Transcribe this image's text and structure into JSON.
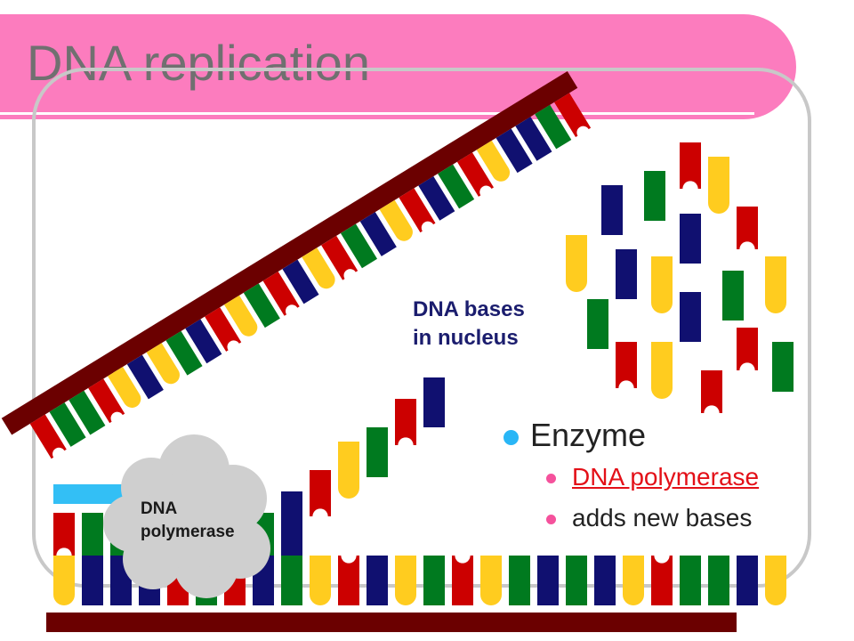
{
  "slide": {
    "title": "DNA replication",
    "label_bases_line1": "DNA bases",
    "label_bases_line2": "in nucleus",
    "label_polymerase_line1": "DNA",
    "label_polymerase_line2": "polymerase",
    "bullets": {
      "main": "Enzyme",
      "sub": [
        "DNA polymerase",
        "adds new bases"
      ]
    }
  },
  "colors": {
    "title_bar": "#fc7cbe",
    "backbone": "#6b0000",
    "base_red": "#cc0000",
    "base_green": "#007a1f",
    "base_navy": "#101070",
    "base_yellow": "#ffcc1f",
    "primer_cyan": "#33bff5",
    "polymerase_cloud": "#cfcfcf",
    "bullet_main": "#29b6f6",
    "bullet_sub": "#f5519c",
    "link_red": "#e31018"
  },
  "icons": [
    "polymerase-cloud-shape",
    "base-block-shape"
  ]
}
